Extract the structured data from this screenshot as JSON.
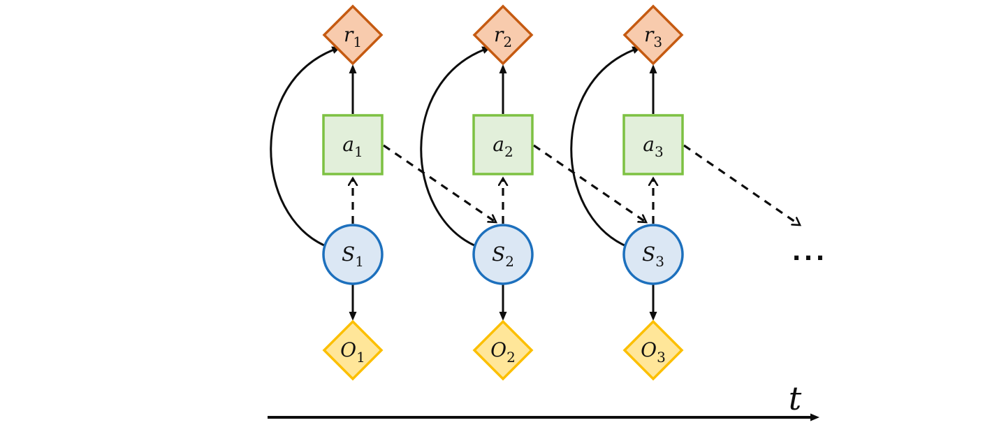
{
  "diagram": {
    "description_labels": {
      "ellipsis": "...",
      "time_axis": "t"
    },
    "timesteps": [
      {
        "reward": {
          "base": "r",
          "sub": "1"
        },
        "action": {
          "base": "a",
          "sub": "1"
        },
        "state": {
          "base": "S",
          "sub": "1"
        },
        "observation": {
          "base": "O",
          "sub": "1"
        }
      },
      {
        "reward": {
          "base": "r",
          "sub": "2"
        },
        "action": {
          "base": "a",
          "sub": "2"
        },
        "state": {
          "base": "S",
          "sub": "2"
        },
        "observation": {
          "base": "O",
          "sub": "2"
        }
      },
      {
        "reward": {
          "base": "r",
          "sub": "3"
        },
        "action": {
          "base": "a",
          "sub": "3"
        },
        "state": {
          "base": "S",
          "sub": "3"
        },
        "observation": {
          "base": "O",
          "sub": "3"
        }
      }
    ],
    "edges_per_timestep": [
      {
        "from": "state",
        "to": "action",
        "style": "dashed"
      },
      {
        "from": "action",
        "to": "reward",
        "style": "solid"
      },
      {
        "from": "state",
        "to": "reward",
        "style": "solid-curved"
      },
      {
        "from": "state",
        "to": "observation",
        "style": "solid"
      },
      {
        "from": "action",
        "to": "next-state",
        "style": "dashed"
      }
    ]
  },
  "colors": {
    "reward": {
      "fill": "#f8cbad",
      "stroke": "#c55a11"
    },
    "action": {
      "fill": "#e2efda",
      "stroke": "#7dc142"
    },
    "state": {
      "fill": "#dbe7f4",
      "stroke": "#1d70bd"
    },
    "observation": {
      "fill": "#ffe699",
      "stroke": "#fcbf00"
    },
    "arrow": "#0d0d0d",
    "background": "#ffffff"
  }
}
